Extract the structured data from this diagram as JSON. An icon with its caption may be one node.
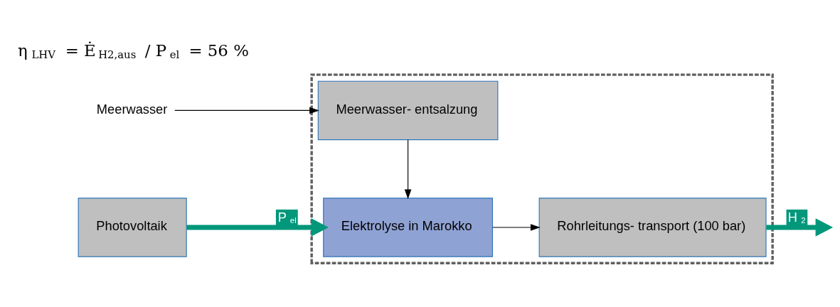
{
  "diagram": {
    "nodes": [
      {
        "text": [
          "Meerwasser"
        ]
      },
      {
        "text": [],
        "shape": "box"
      },
      {
        "text": [
          "Meerwasser- entsalzung"
        ],
        "in": 1
      },
      {
        "text": [
          "Photovoltaik"
        ]
      },
      {
        "text": [
          "Elektrolyse in Marokko"
        ],
        "in": 1
      },
      {
        "text": [
          "Rohrleitungs- transport (100 bar)"
        ],
        "in": 1
      }
    ],
    "edges": [
      {
        "from": 0,
        "to": 2,
        "arrow": "to"
      },
      {
        "from": 2,
        "to": 4,
        "arrow": "to"
      },
      {
        "from": 3,
        "to": 4,
        "arrow": "to",
        "label": "P$_{el}$",
        "style": "thick",
        "color": "#00977a"
      },
      {
        "from": 4,
        "to": 5,
        "arrow": "to"
      },
      {
        "from": 5,
        "to": null,
        "arrow": "to",
        "label": "H$_{2}$",
        "style": "thick",
        "color": "#00977a"
      }
    ],
    "labels": [
      "η$_{LHV}$ = Ė$_{H2,aus}$ / P$_{el}$ = 56 %"
    ]
  }
}
